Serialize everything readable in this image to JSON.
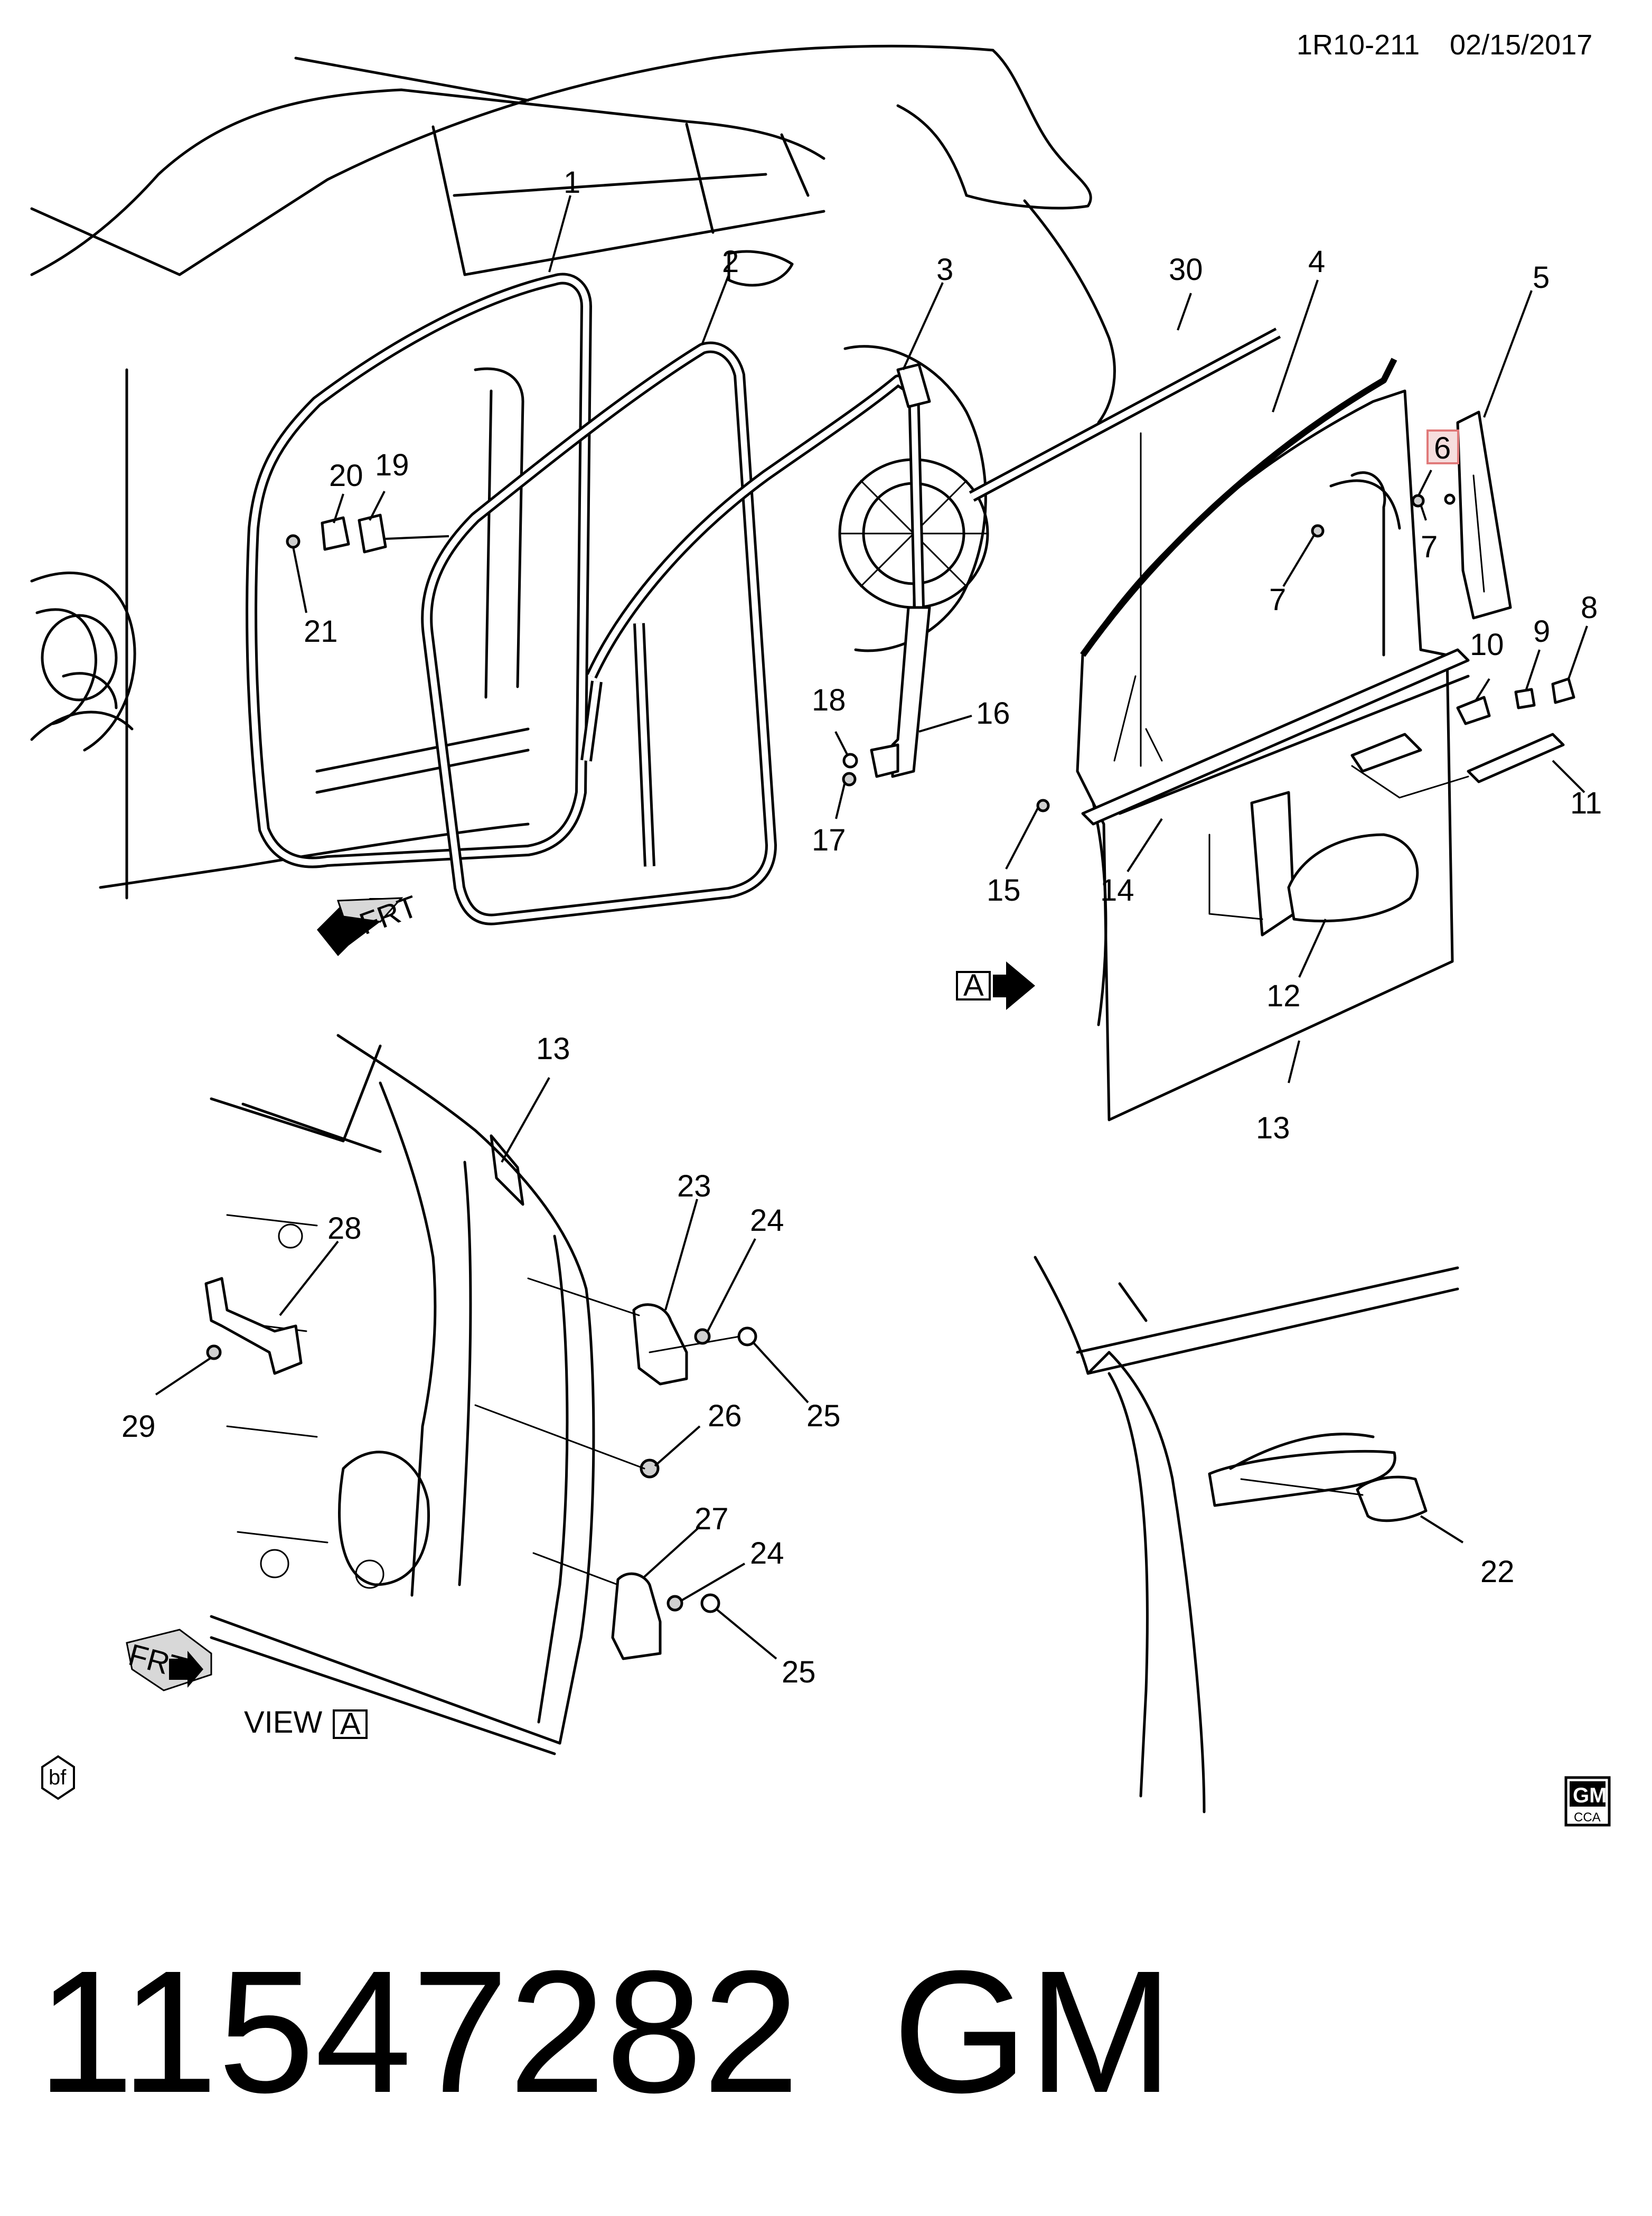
{
  "header": {
    "code": "1R10-211",
    "date": "02/15/2017"
  },
  "part_number": "11547282",
  "brand": "GM",
  "view_label": {
    "text": "VIEW",
    "letter": "A"
  },
  "view_arrow_letter": "A",
  "frt_label": "FRT",
  "badges": {
    "left": "bf",
    "right_top": "GM",
    "right_bottom": "CCA"
  },
  "highlight_color": "#e07a7a",
  "callouts": [
    {
      "id": "c1",
      "text": "1"
    },
    {
      "id": "c2",
      "text": "2"
    },
    {
      "id": "c3",
      "text": "3"
    },
    {
      "id": "c30",
      "text": "30"
    },
    {
      "id": "c4",
      "text": "4"
    },
    {
      "id": "c5",
      "text": "5"
    },
    {
      "id": "c6",
      "text": "6",
      "highlighted": true
    },
    {
      "id": "c7a",
      "text": "7"
    },
    {
      "id": "c7b",
      "text": "7"
    },
    {
      "id": "c8",
      "text": "8"
    },
    {
      "id": "c9",
      "text": "9"
    },
    {
      "id": "c10",
      "text": "10"
    },
    {
      "id": "c11",
      "text": "11"
    },
    {
      "id": "c12",
      "text": "12"
    },
    {
      "id": "c13a",
      "text": "13"
    },
    {
      "id": "c14",
      "text": "14"
    },
    {
      "id": "c15",
      "text": "15"
    },
    {
      "id": "c16",
      "text": "16"
    },
    {
      "id": "c17",
      "text": "17"
    },
    {
      "id": "c18",
      "text": "18"
    },
    {
      "id": "c19",
      "text": "19"
    },
    {
      "id": "c20",
      "text": "20"
    },
    {
      "id": "c21",
      "text": "21"
    },
    {
      "id": "c13b",
      "text": "13"
    },
    {
      "id": "c23",
      "text": "23"
    },
    {
      "id": "c24a",
      "text": "24"
    },
    {
      "id": "c25a",
      "text": "25"
    },
    {
      "id": "c26",
      "text": "26"
    },
    {
      "id": "c27",
      "text": "27"
    },
    {
      "id": "c24b",
      "text": "24"
    },
    {
      "id": "c25b",
      "text": "25"
    },
    {
      "id": "c28",
      "text": "28"
    },
    {
      "id": "c29",
      "text": "29"
    },
    {
      "id": "c22",
      "text": "22"
    }
  ]
}
